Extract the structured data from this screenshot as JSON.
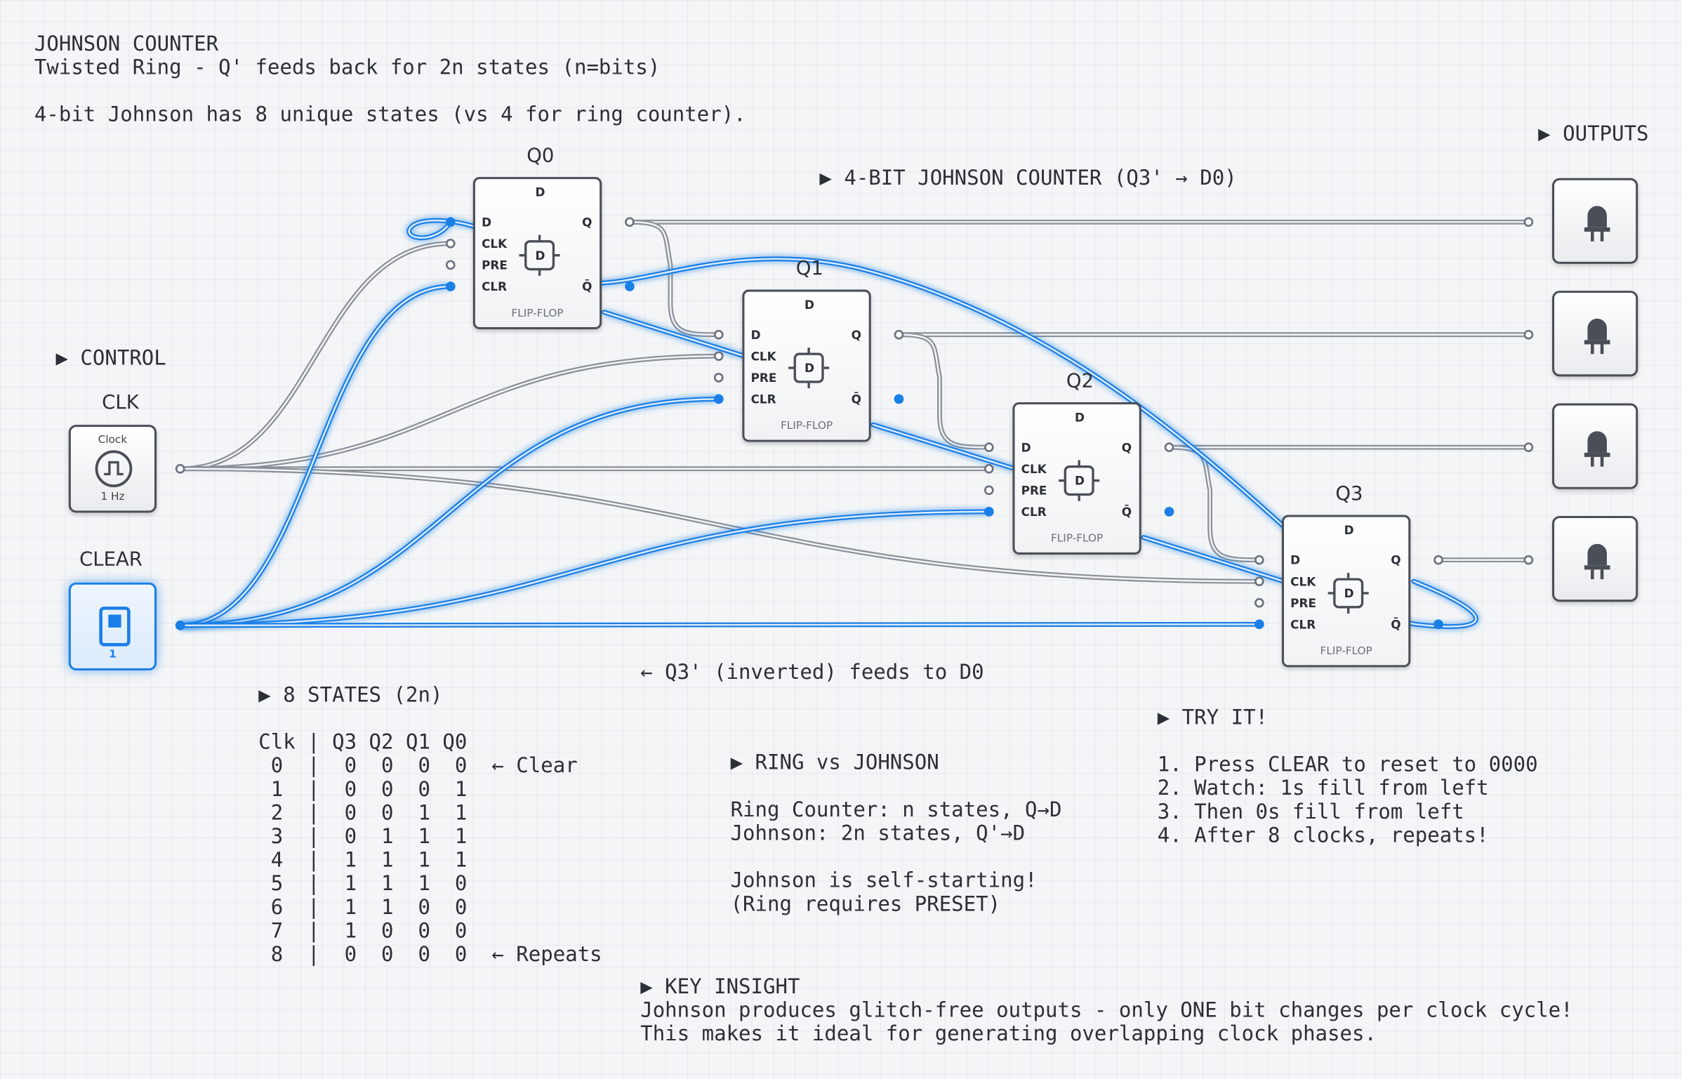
{
  "header": {
    "title": "JOHNSON COUNTER",
    "subtitle": "Twisted Ring - Q' feeds back for 2n states (n=bits)",
    "note": "4-bit Johnson has 8 unique states (vs 4 for ring counter)."
  },
  "sections": {
    "control": "▶ CONTROL",
    "outputs": "▶ OUTPUTS",
    "counter": "▶ 4-BIT JOHNSON COUNTER (Q3' → D0)",
    "feedback_note": "← Q3' (inverted) feeds to D0"
  },
  "controls": {
    "clk_label": "CLK",
    "clock_title": "Clock",
    "clock_freq": "1 Hz",
    "clear_label": "CLEAR",
    "switch_value": "1"
  },
  "flipflops": [
    {
      "label": "Q0"
    },
    {
      "label": "Q1"
    },
    {
      "label": "Q2"
    },
    {
      "label": "Q3"
    }
  ],
  "ff_pins": {
    "top": "D",
    "d": "D",
    "clk": "CLK",
    "pre": "PRE",
    "clr": "CLR",
    "q": "Q",
    "qbar": "Q̄",
    "chip": "D",
    "footer": "FLIP-FLOP"
  },
  "states": {
    "heading": "▶ 8 STATES (2n)",
    "table_header": "Clk | Q3 Q2 Q1 Q0",
    "rows": [
      " 0  |  0  0  0  0  ← Clear",
      " 1  |  0  0  0  1",
      " 2  |  0  0  1  1",
      " 3  |  0  1  1  1",
      " 4  |  1  1  1  1",
      " 5  |  1  1  1  0",
      " 6  |  1  1  0  0",
      " 7  |  1  0  0  0",
      " 8  |  0  0  0  0  ← Repeats"
    ]
  },
  "ring_vs": {
    "heading": "▶ RING vs JOHNSON",
    "line1": "Ring Counter: n states, Q→D",
    "line2": "Johnson: 2n states, Q'→D",
    "line3": "Johnson is self-starting!",
    "line4": "(Ring requires PRESET)"
  },
  "try_it": {
    "heading": "▶ TRY IT!",
    "steps": [
      "1. Press CLEAR to reset to 0000",
      "2. Watch: 1s fill from left",
      "3. Then 0s fill from left",
      "4. After 8 clocks, repeats!"
    ]
  },
  "insight": {
    "heading": "▶ KEY INSIGHT",
    "line1": "Johnson produces glitch-free outputs - only ONE bit changes per clock cycle!",
    "line2": "This makes it ideal for generating overlapping clock phases."
  },
  "colors": {
    "wire_inactive": "#8a9099",
    "wire_active": "#1a7fe6",
    "border": "#4a4f57",
    "grid": "#dfe2e6"
  },
  "icons": {
    "clock": "clock-wave-icon",
    "switch": "toggle-switch-icon",
    "led": "led-bulb-icon",
    "chip": "chip-icon"
  }
}
